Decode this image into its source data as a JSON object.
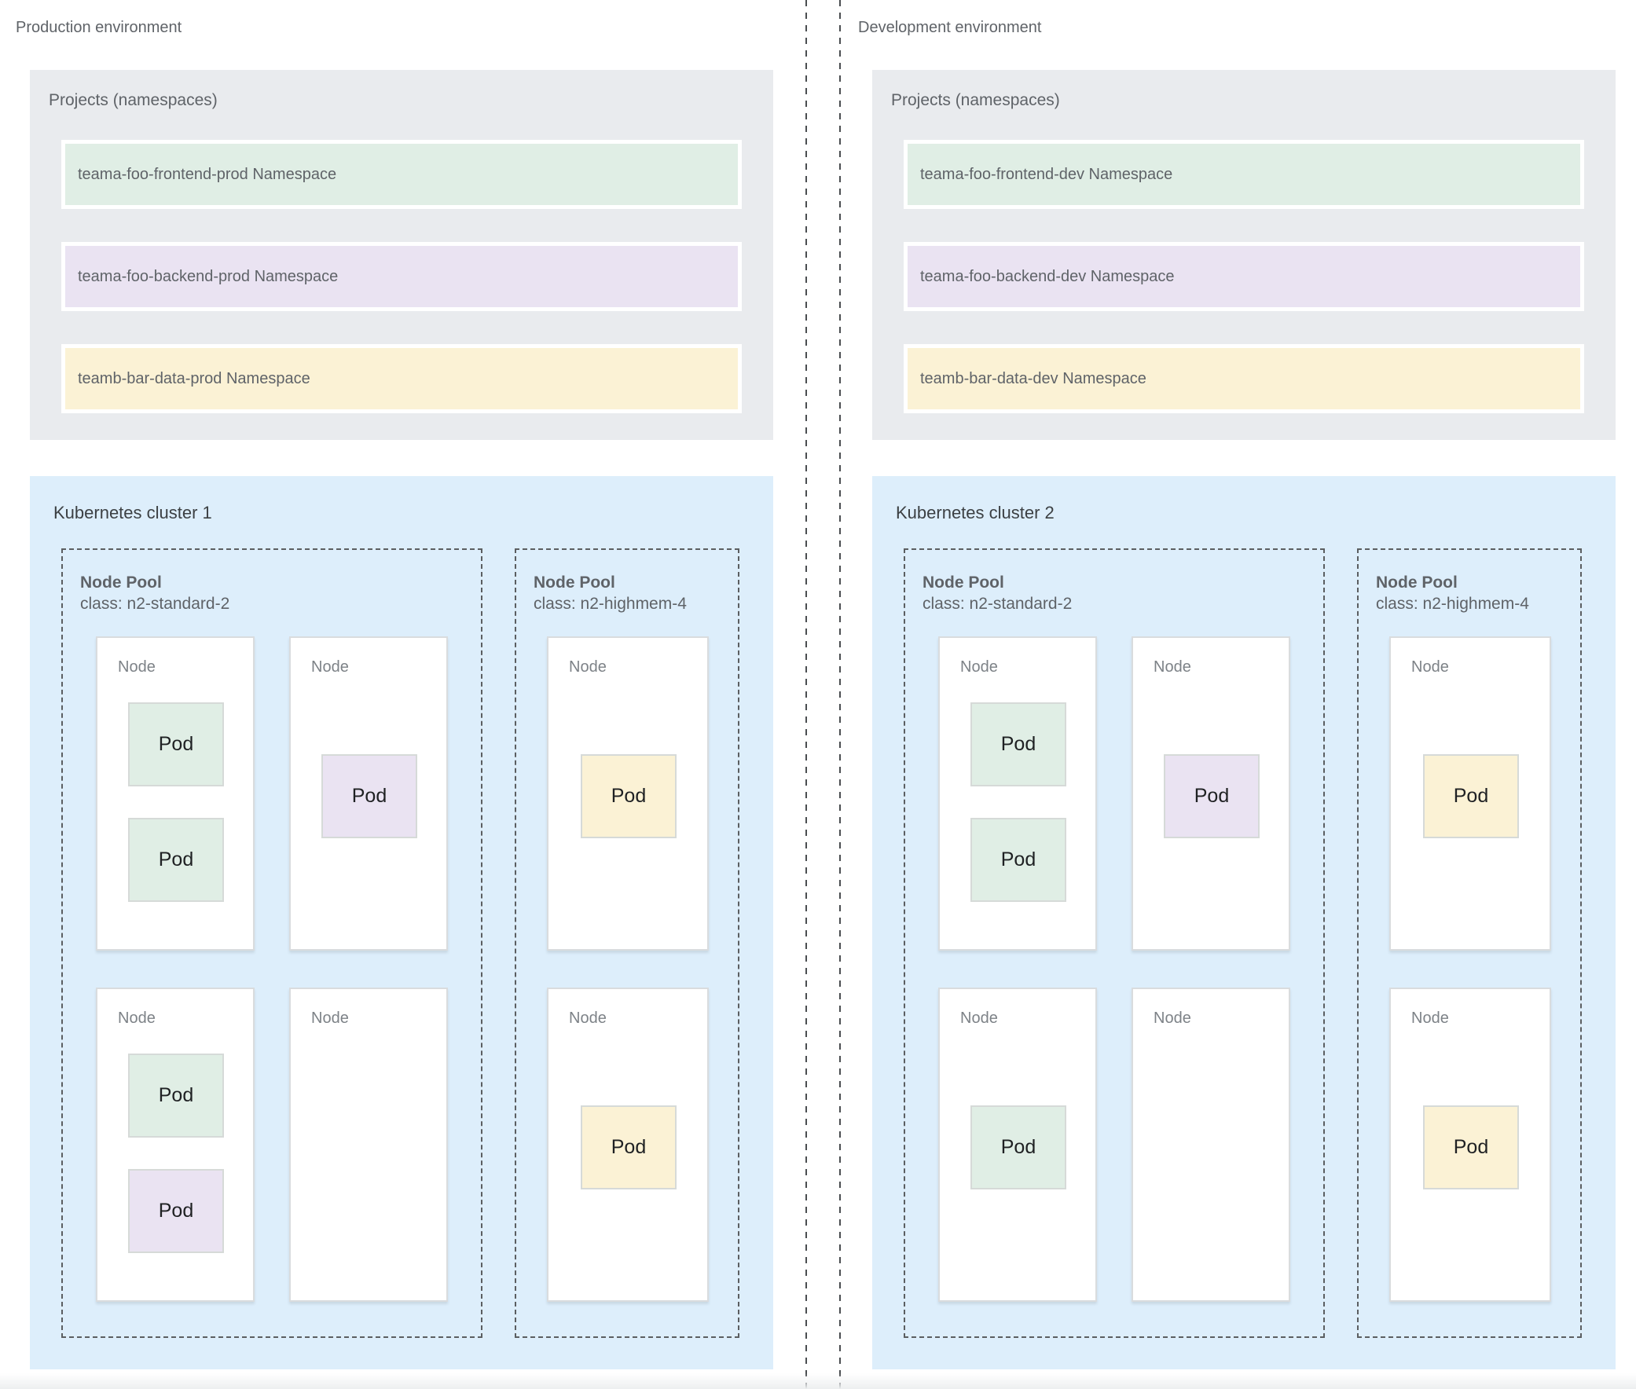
{
  "colors": {
    "green": "#e0eee5",
    "purple": "#eae3f2",
    "yellow": "#fbf2d5",
    "projects_bg": "#e9ebee",
    "cluster_bg": "#ddeefb",
    "divider": "#4a4d50"
  },
  "environments": [
    {
      "title": "Production environment",
      "projects": {
        "title": "Projects (namespaces)",
        "namespaces": [
          {
            "label": "teama-foo-frontend-prod Namespace",
            "color": "green"
          },
          {
            "label": "teama-foo-backend-prod Namespace",
            "color": "purple"
          },
          {
            "label": "teamb-bar-data-prod Namespace",
            "color": "yellow"
          }
        ]
      },
      "cluster": {
        "title": "Kubernetes cluster 1",
        "node_pools": [
          {
            "title": "Node Pool",
            "class_label": "class: n2-standard-2",
            "nodes": [
              {
                "label": "Node",
                "pods": [
                  {
                    "label": "Pod",
                    "color": "green"
                  },
                  {
                    "label": "Pod",
                    "color": "green"
                  }
                ]
              },
              {
                "label": "Node",
                "pods": [
                  {
                    "label": "Pod",
                    "color": "purple"
                  }
                ]
              },
              {
                "label": "Node",
                "pods": [
                  {
                    "label": "Pod",
                    "color": "green"
                  },
                  {
                    "label": "Pod",
                    "color": "purple"
                  }
                ]
              },
              {
                "label": "Node",
                "pods": []
              }
            ]
          },
          {
            "title": "Node Pool",
            "class_label": "class: n2-highmem-4",
            "nodes": [
              {
                "label": "Node",
                "pods": [
                  {
                    "label": "Pod",
                    "color": "yellow"
                  }
                ]
              },
              {
                "label": "Node",
                "pods": [
                  {
                    "label": "Pod",
                    "color": "yellow"
                  }
                ]
              }
            ]
          }
        ]
      }
    },
    {
      "title": "Development environment",
      "projects": {
        "title": "Projects (namespaces)",
        "namespaces": [
          {
            "label": "teama-foo-frontend-dev Namespace",
            "color": "green"
          },
          {
            "label": "teama-foo-backend-dev Namespace",
            "color": "purple"
          },
          {
            "label": "teamb-bar-data-dev Namespace",
            "color": "yellow"
          }
        ]
      },
      "cluster": {
        "title": "Kubernetes cluster 2",
        "node_pools": [
          {
            "title": "Node Pool",
            "class_label": "class: n2-standard-2",
            "nodes": [
              {
                "label": "Node",
                "pods": [
                  {
                    "label": "Pod",
                    "color": "green"
                  },
                  {
                    "label": "Pod",
                    "color": "green"
                  }
                ]
              },
              {
                "label": "Node",
                "pods": [
                  {
                    "label": "Pod",
                    "color": "purple"
                  }
                ]
              },
              {
                "label": "Node",
                "pods": [
                  {
                    "label": "Pod",
                    "color": "green"
                  }
                ]
              },
              {
                "label": "Node",
                "pods": []
              }
            ]
          },
          {
            "title": "Node Pool",
            "class_label": "class: n2-highmem-4",
            "nodes": [
              {
                "label": "Node",
                "pods": [
                  {
                    "label": "Pod",
                    "color": "yellow"
                  }
                ]
              },
              {
                "label": "Node",
                "pods": [
                  {
                    "label": "Pod",
                    "color": "yellow"
                  }
                ]
              }
            ]
          }
        ]
      }
    }
  ]
}
